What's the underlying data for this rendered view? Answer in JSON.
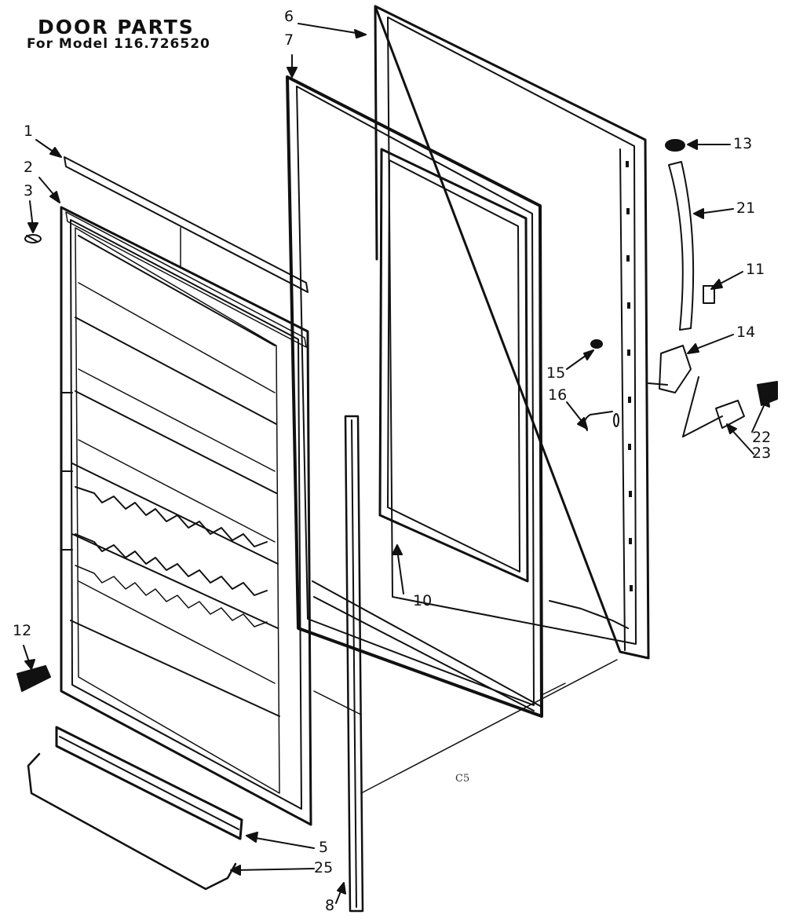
{
  "title": "DOOR PARTS",
  "subtitle": "For Model 116.726520",
  "diagram_code": "C5",
  "callouts": {
    "c1": "1",
    "c2": "2",
    "c3": "3",
    "c5": "5",
    "c6": "6",
    "c7": "7",
    "c8": "8",
    "c10": "10",
    "c11": "11",
    "c12": "12",
    "c13": "13",
    "c14": "14",
    "c15": "15",
    "c16": "16",
    "c21": "21",
    "c22": "22",
    "c23": "23",
    "c25": "25"
  }
}
